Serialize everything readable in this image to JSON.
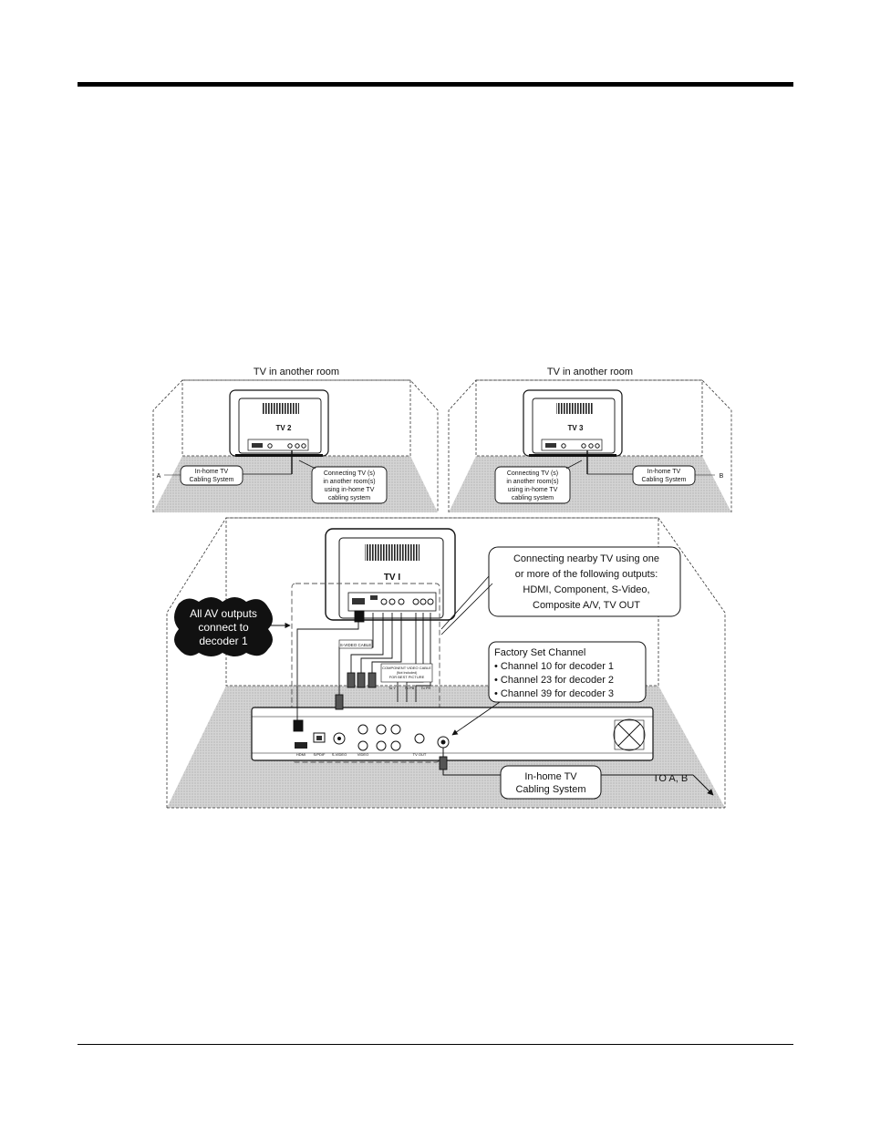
{
  "rooms": {
    "left": {
      "title": "TV in another room",
      "tv_label": "TV 2",
      "cabling_callout": [
        "In-home TV",
        "Cabling System"
      ],
      "connect_callout": [
        "Connecting TV (s)",
        "in another room(s)",
        "using in-home TV",
        "cabling system"
      ],
      "point_label": "A"
    },
    "right": {
      "title": "TV in another room",
      "tv_label": "TV 3",
      "cabling_callout": [
        "In-home TV",
        "Cabling System"
      ],
      "connect_callout": [
        "Connecting TV (s)",
        "in another room(s)",
        "using in-home TV",
        "cabling system"
      ],
      "point_label": "B"
    }
  },
  "main": {
    "tv_label": "TV I",
    "nearby_callout": [
      "Connecting nearby TV using one",
      "or more of the following outputs:",
      "HDMI, Component, S-Video,",
      "Composite A/V, TV OUT"
    ],
    "av_badge": [
      "All AV outputs",
      "connect to",
      "decoder 1"
    ],
    "factory_callout": [
      "Factory Set Channel",
      "• Channel 10 for decoder 1",
      "• Channel 23 for decoder 2",
      "• Channel 39 for decoder 3"
    ],
    "cabling_callout": [
      "In-home TV",
      "Cabling System"
    ],
    "to_label": "TO A, B",
    "svideo_cable_label": "S-VIDEO CABLE",
    "component_cable_label": [
      "COMPONENT VIDEO CABLE",
      "(Not Included)",
      "FOR BEST PICTURE"
    ],
    "component_targets": [
      "To Y",
      "To PB",
      "To PR"
    ],
    "decoder_port_labels": {
      "hdmi": "HDMI",
      "spdif": "S/PDIF",
      "svideo": "S-VIDEO",
      "video": "VIDEO",
      "tv_out": "TV OUT"
    }
  }
}
